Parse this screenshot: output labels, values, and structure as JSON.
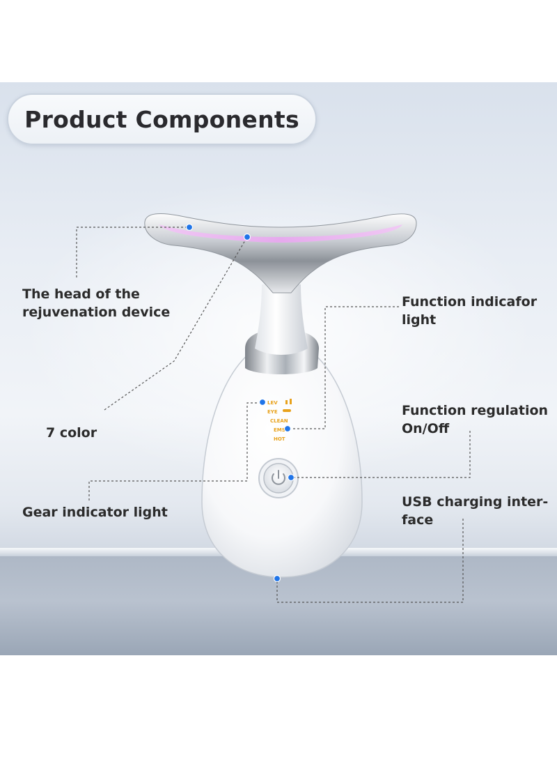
{
  "title": "Product Components",
  "labels": {
    "head_line1": "The head of the",
    "head_line2": "rejuvenation device",
    "color": "7 color",
    "gear": "Gear indicator light",
    "function_light_line1": "Function indicafor",
    "function_light_line2": "light",
    "regulation_line1": "Function regulation",
    "regulation_line2": "On/Off",
    "usb_line1": "USB charging inter-",
    "usb_line2": "face"
  },
  "panel": {
    "items": [
      "LEV",
      "EYE",
      "CLEAN",
      "EMS",
      "HOT"
    ]
  },
  "icons": {
    "power": "power-icon"
  },
  "colors": {
    "callout_dot": "#1f74e8",
    "panel_text": "#e8a21c",
    "head_light": "#e9a6f0"
  }
}
